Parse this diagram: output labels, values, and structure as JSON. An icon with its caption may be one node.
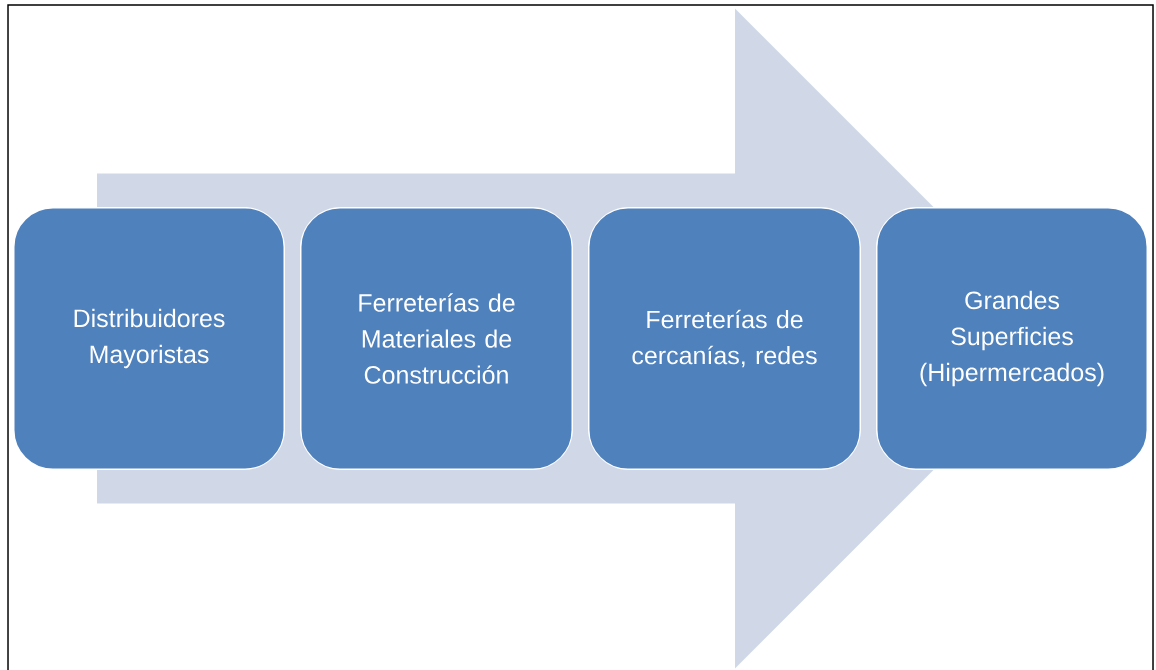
{
  "diagram": {
    "nodes": [
      {
        "text": [
          "Distribuidores Mayoristas"
        ]
      },
      {
        "text": [
          "Ferreterías de Materiales de Construcción"
        ]
      },
      {
        "text": [
          "Ferreterías de cercanías, redes"
        ]
      },
      {
        "text": [
          "Grandes Superficies (Hipermercados)"
        ]
      }
    ],
    "edges": [
      {
        "from": 0,
        "to": 3,
        "arrow": "to"
      }
    ]
  }
}
